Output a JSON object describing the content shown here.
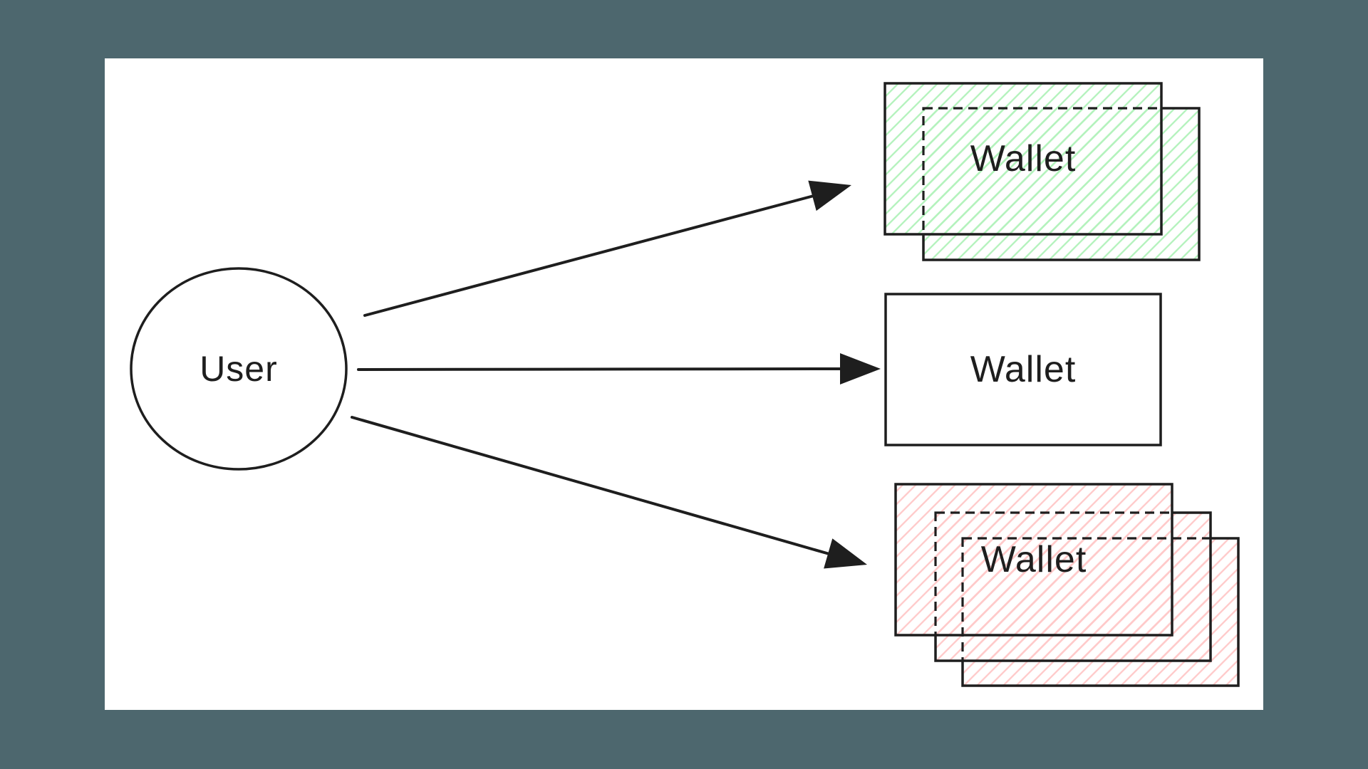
{
  "colors": {
    "background": "#4d676e",
    "canvas": "#ffffff",
    "stroke": "#1e1e1e",
    "hatch_blue": "#a5d8ff",
    "hatch_green": "#b2f2bb",
    "hatch_red": "#ffc9c9"
  },
  "diagram": {
    "user": {
      "label": "User",
      "shape": "circle",
      "hatch": "blue"
    },
    "wallets": [
      {
        "id": "wallet-top",
        "label": "Wallet",
        "hatch": "green",
        "stacked_copies": 2
      },
      {
        "id": "wallet-middle",
        "label": "Wallet",
        "hatch": "blue",
        "stacked_copies": 1
      },
      {
        "id": "wallet-bottom",
        "label": "Wallet",
        "hatch": "red",
        "stacked_copies": 3
      }
    ],
    "edges": [
      {
        "from": "User",
        "to": "wallet-top"
      },
      {
        "from": "User",
        "to": "wallet-middle"
      },
      {
        "from": "User",
        "to": "wallet-bottom"
      }
    ]
  }
}
